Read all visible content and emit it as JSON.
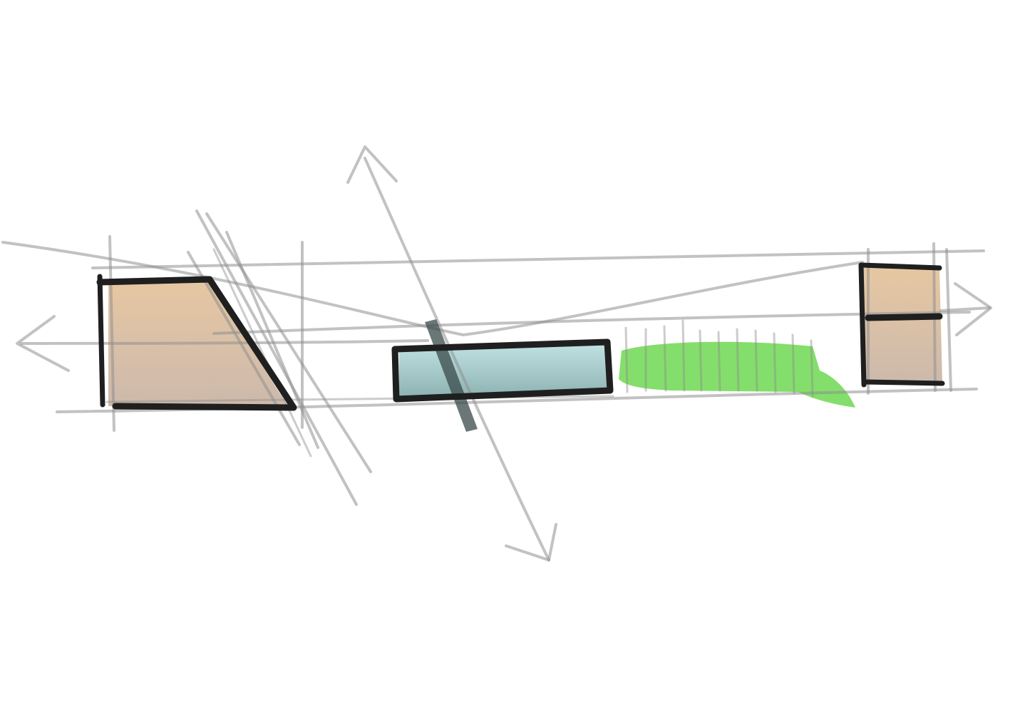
{
  "colors": {
    "background": "#ffffff",
    "guide_line": "#8f8f8f",
    "marker_outline": "#1f1f1f",
    "tan_fill_top": "#e6c7a2",
    "tan_fill_bottom": "#cdb9ab",
    "glass_fill_top": "#bfe0e0",
    "glass_fill_bottom": "#8fb3b3",
    "green_fill": "#5bd33a",
    "dark_bar": "#3a4a4a"
  },
  "elements": {
    "left_volume": "tan-trapezoid-volume",
    "center_volume": "glass-bar-volume",
    "landscape": "green-landscape-strip",
    "right_volume": "tan-box-volume",
    "axis_arrows": [
      "left-arrow",
      "right-arrow",
      "diagonal-double-arrow"
    ]
  }
}
